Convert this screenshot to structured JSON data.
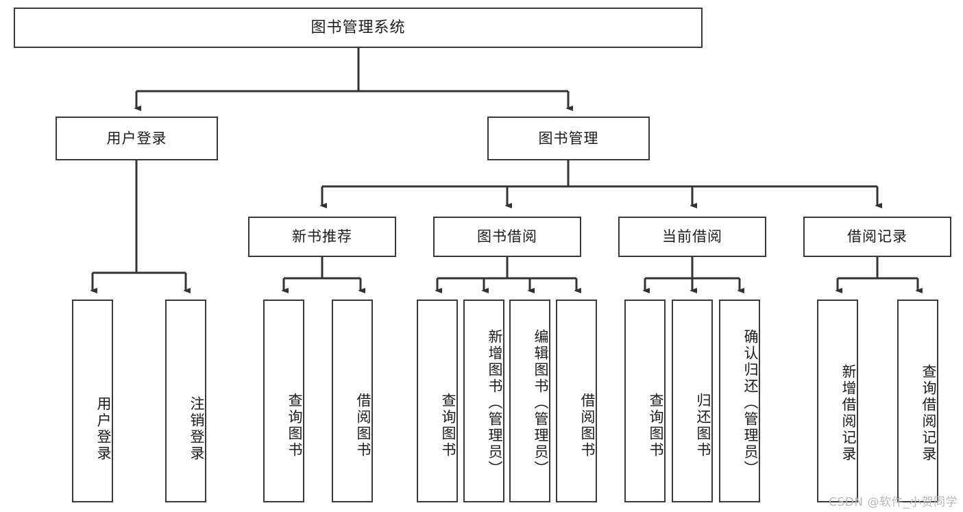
{
  "diagram": {
    "title": "图书管理系统",
    "watermark": "CSDN @软件_小贺同学",
    "line_color": "#333333",
    "box_border_color": "#3a3a3a",
    "box_fill_color": "#ffffff",
    "text_color": "#1b1b1b",
    "levels": {
      "level1": [
        "图书管理系统"
      ],
      "level2": [
        "用户登录",
        "图书管理"
      ],
      "level3": [
        "新书推荐",
        "图书借阅",
        "当前借阅",
        "借阅记录"
      ],
      "level4": [
        "用户登录",
        "注销登录",
        "查询图书",
        "借阅图书",
        "查询图书",
        "新增图书（管理员）",
        "编辑图书（管理员）",
        "借阅图书",
        "查询图书",
        "归还图书",
        "确认归还（管理员）",
        "新增借阅记录",
        "查询借阅记录"
      ]
    },
    "nodes": {
      "root": "图书管理系统",
      "user_login": "用户登录",
      "book_manage": "图书管理",
      "new_book_rec": "新书推荐",
      "book_borrow": "图书借阅",
      "current_borrow": "当前借阅",
      "borrow_record": "借阅记录",
      "leaf_user_login": "用户登录",
      "leaf_logout": "注销登录",
      "leaf_query_book_1": "查询图书",
      "leaf_borrow_book_1": "借阅图书",
      "leaf_query_book_2": "查询图书",
      "leaf_add_book": "新增图书（管理员）",
      "leaf_edit_book": "编辑图书（管理员）",
      "leaf_borrow_book_2": "借阅图书",
      "leaf_query_book_3": "查询图书",
      "leaf_return_book": "归还图书",
      "leaf_confirm_return": "确认归还（管理员）",
      "leaf_add_record": "新增借阅记录",
      "leaf_query_record": "查询借阅记录"
    }
  }
}
